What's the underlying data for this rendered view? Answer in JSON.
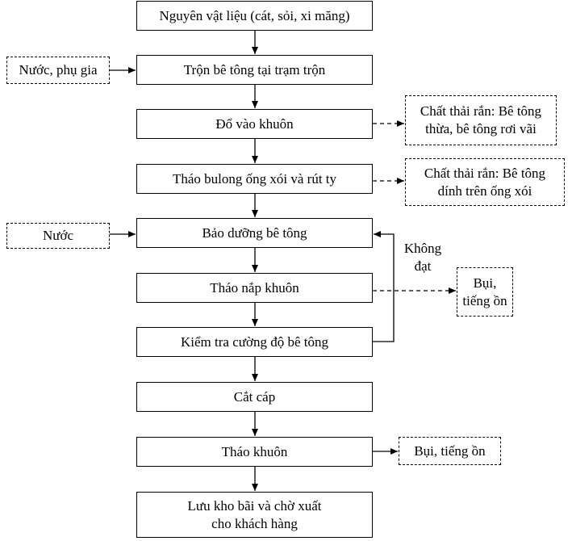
{
  "header_fragment": "",
  "steps": [
    {
      "lines": [
        "Nguyên vật liệu (cát, sỏi, xi măng)"
      ]
    },
    {
      "lines": [
        "Trộn bê tông tại trạm trộn"
      ]
    },
    {
      "lines": [
        "Đổ vào khuôn"
      ]
    },
    {
      "lines": [
        "Tháo bulong ống xói và rút ty"
      ]
    },
    {
      "lines": [
        "Bảo dưỡng bê tông"
      ]
    },
    {
      "lines": [
        "Tháo nắp khuôn"
      ]
    },
    {
      "lines": [
        "Kiểm tra cường độ bê tông"
      ]
    },
    {
      "lines": [
        "Cắt cáp"
      ]
    },
    {
      "lines": [
        "Tháo khuôn"
      ]
    },
    {
      "lines": [
        "Lưu kho bãi và chờ xuất",
        "cho khách hàng"
      ]
    }
  ],
  "inputs": [
    {
      "lines": [
        "Nước, phụ gia"
      ]
    },
    {
      "lines": [
        "Nước"
      ]
    }
  ],
  "outputs": [
    {
      "lines": [
        "Chất thải rắn: Bê tông",
        "thừa, bê tông rơi vãi"
      ]
    },
    {
      "lines": [
        "Chất thải rắn: Bê tông",
        "dính trên ống xói"
      ]
    },
    {
      "lines": [
        "Bụi,",
        "tiếng ồn"
      ]
    },
    {
      "lines": [
        "Bụi, tiếng ồn"
      ]
    }
  ],
  "loop_label": [
    "Không",
    "đạt"
  ]
}
